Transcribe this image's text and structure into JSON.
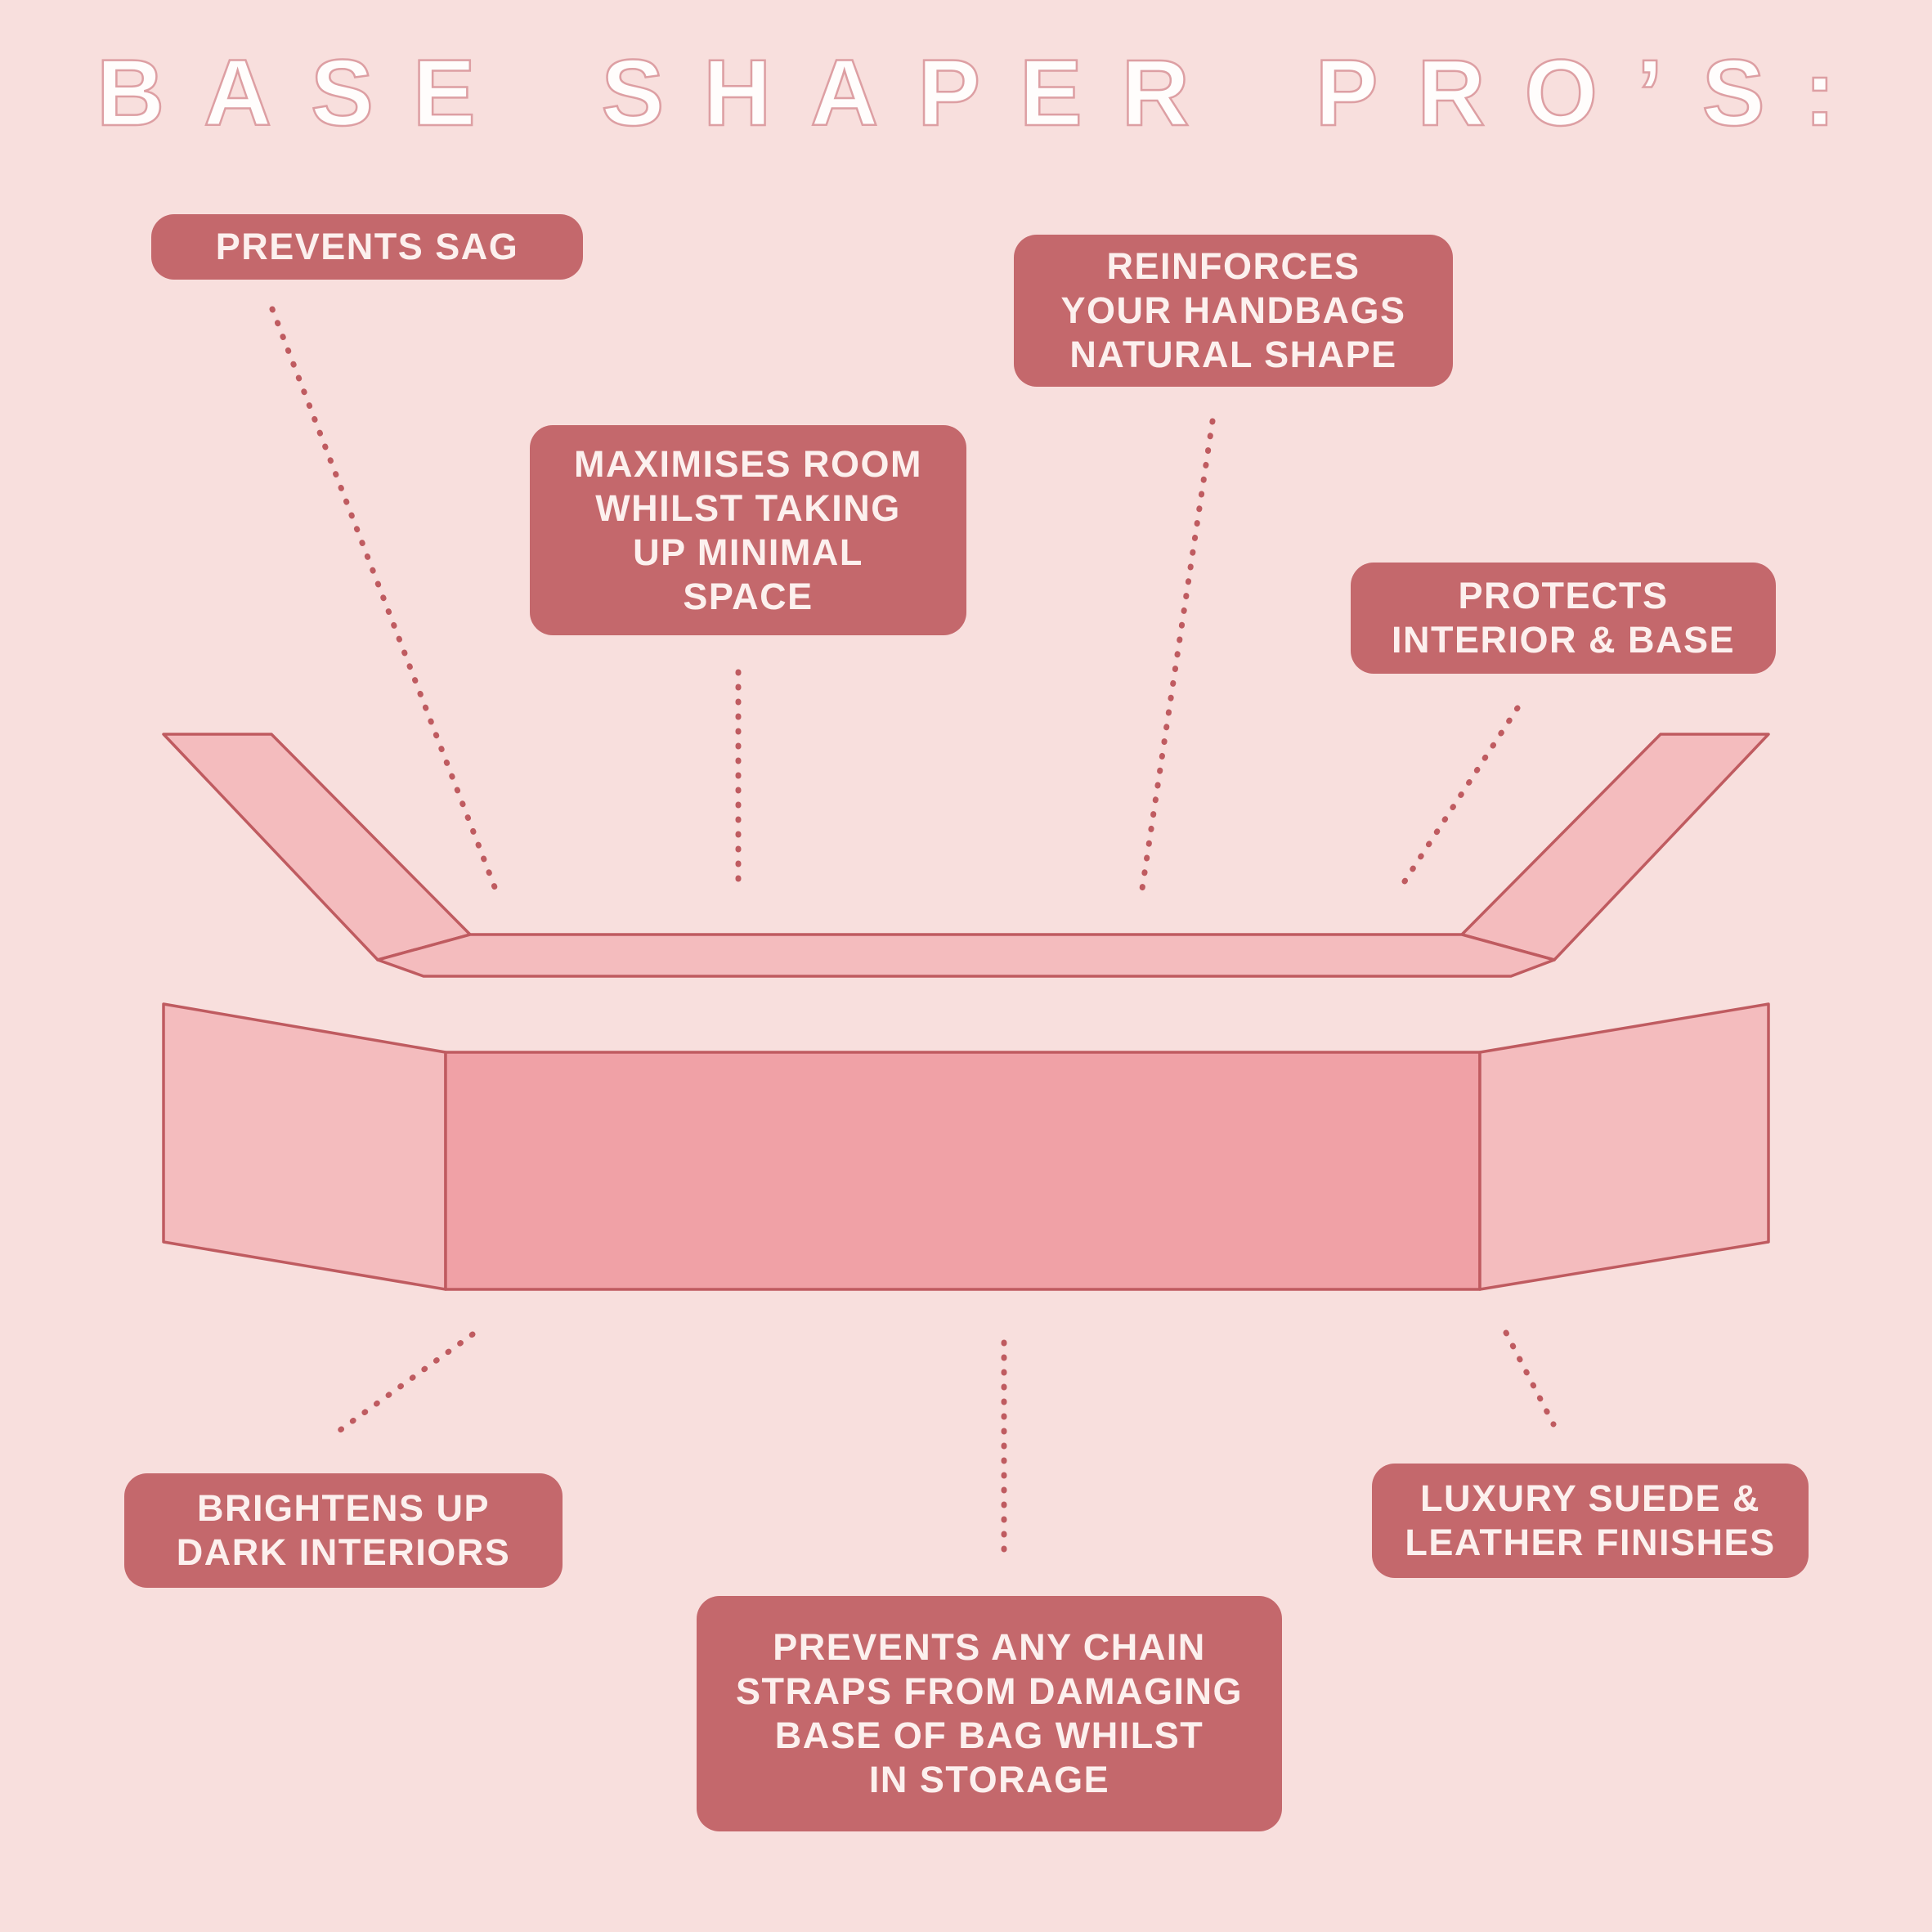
{
  "title": "BASE SHAPER PRO’S:",
  "callouts": {
    "prevents_sag": "PREVENTS SAG",
    "reinforces": "REINFORCES\nYOUR HANDBAGS\nNATURAL SHAPE",
    "maximises": "MAXIMISES ROOM\nWHILST TAKING\nUP MINIMAL\nSPACE",
    "protects": "PROTECTS\nINTERIOR & BASE",
    "brightens": "BRIGHTENS UP\nDARK INTERIORS",
    "chain": "PREVENTS ANY CHAIN\nSTRAPS FROM DAMAGING\nBASE OF BAG WHILST\nIN STORAGE",
    "luxury": "LUXURY SUEDE &\nLEATHER FINISHES"
  },
  "colors": {
    "background": "#f8dfdd",
    "callout_background": "#c4686c",
    "callout_text": "#fcf0ee",
    "shape_light": "#f4bcbe",
    "shape_mid": "#f0a1a6",
    "shape_outline": "#bf5b60",
    "title_fill": "#fffdfc",
    "title_outline": "#dd9fa3"
  }
}
